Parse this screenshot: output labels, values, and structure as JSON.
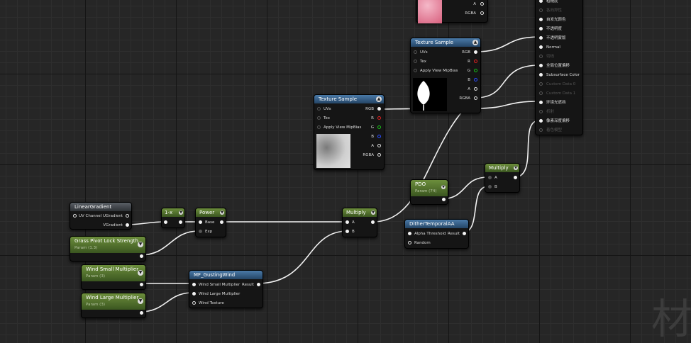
{
  "nodes": {
    "tex_top": {
      "pins": {
        "a": "A",
        "rgba": "RGBA"
      }
    },
    "tex1": {
      "title": "Texture Sample",
      "in": {
        "uvs": "UVs",
        "tex": "Tex",
        "mip": "Apply View MipBias"
      },
      "out": {
        "rgb": "RGB",
        "r": "R",
        "g": "G",
        "b": "B",
        "a": "A",
        "rgba": "RGBA"
      }
    },
    "tex2": {
      "title": "Texture Sample",
      "in": {
        "uvs": "UVs",
        "tex": "Tex",
        "mip": "Apply View MipBias"
      },
      "out": {
        "rgb": "RGB",
        "r": "R",
        "g": "G",
        "b": "B",
        "a": "A",
        "rgba": "RGBA"
      }
    },
    "linear_gradient": {
      "title": "LinearGradient",
      "in": {
        "uv": "UV Channel"
      },
      "out": {
        "ugrad": "UGradient",
        "vgrad": "VGradient"
      }
    },
    "one_minus": {
      "title": "1-x"
    },
    "power": {
      "title": "Power",
      "in": {
        "base": "Base",
        "exp": "Exp"
      }
    },
    "grass_pivot": {
      "title": "Grass Pivot Lock Strength",
      "subtitle": "Param (1.3)"
    },
    "wind_small": {
      "title": "Wind Small Multiplier",
      "subtitle": "Param (3)"
    },
    "wind_large": {
      "title": "Wind Large Multiplier",
      "subtitle": "Param (3)"
    },
    "gusting_wind": {
      "title": "MF_GustingWind",
      "in": {
        "small": "Wind Small Multiplier",
        "large": "Wind Large Multiplier",
        "tex": "Wind Texture"
      },
      "out": {
        "result": "Result"
      }
    },
    "multiply1": {
      "title": "Multiply",
      "in": {
        "a": "A",
        "b": "B"
      }
    },
    "pdo": {
      "title": "PDO",
      "subtitle": "Param (74)"
    },
    "dither": {
      "title": "DitherTemporalAA",
      "in": {
        "alpha": "Alpha Threshold",
        "random": "Random"
      },
      "out": {
        "result": "Result"
      }
    },
    "multiply2": {
      "title": "Multiply",
      "in": {
        "a": "A",
        "b": "B"
      }
    }
  },
  "material_inputs": {
    "items": [
      {
        "label": "粗糙度",
        "enabled": true
      },
      {
        "label": "各向异性",
        "enabled": false
      },
      {
        "label": "自发光颜色",
        "enabled": true
      },
      {
        "label": "不透明度",
        "enabled": true
      },
      {
        "label": "不透明蒙版",
        "enabled": true
      },
      {
        "label": "Normal",
        "enabled": true
      },
      {
        "label": "切线",
        "enabled": false
      },
      {
        "label": "全局位置偏移",
        "enabled": true
      },
      {
        "label": "Subsurface Color",
        "enabled": true
      },
      {
        "label": "Custom Data 0",
        "enabled": false
      },
      {
        "label": "Custom Data 1",
        "enabled": false
      },
      {
        "label": "环境光遮挡",
        "enabled": true
      },
      {
        "label": "折射",
        "enabled": false
      },
      {
        "label": "像素深度偏移",
        "enabled": true
      },
      {
        "label": "着色模型",
        "enabled": false
      }
    ]
  },
  "watermark": "材",
  "colors": {
    "header_blue": "#2e5478",
    "header_green": "#4a6b2a",
    "wire": "#f0f0f0"
  }
}
